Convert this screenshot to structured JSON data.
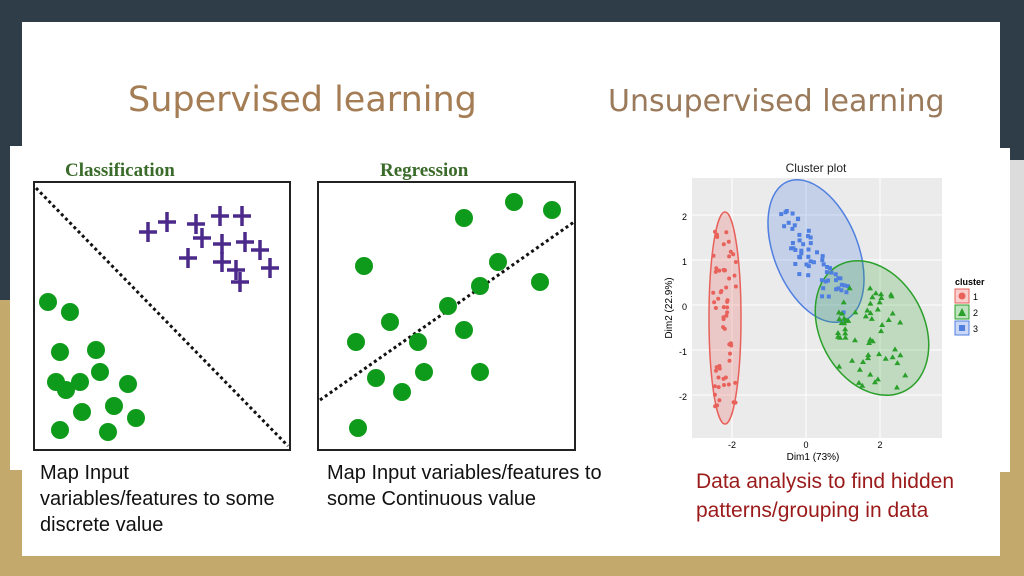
{
  "slide": {
    "title_supervised": "Supervised learning",
    "title_unsupervised": "Unsupervised learning"
  },
  "classification": {
    "title": "Classification",
    "caption": "Map Input variables/features to some discrete value"
  },
  "regression": {
    "title": "Regression",
    "caption": "Map Input variables/features to some Continuous value"
  },
  "cluster_plot": {
    "title": "Cluster plot",
    "xlabel": "Dim1 (73%)",
    "ylabel": "Dim2 (22.9%)",
    "x_ticks": [
      "-2",
      "0",
      "2"
    ],
    "y_ticks": [
      "2",
      "1",
      "0",
      "-1",
      "-2"
    ],
    "legend_title": "cluster",
    "legend_items": [
      "1",
      "2",
      "3"
    ],
    "caption": "Data analysis to find hidden patterns/grouping in data"
  },
  "colors": {
    "title": "#a57d54",
    "cluster1": "#e8615a",
    "cluster2": "#2aa02a",
    "cluster3": "#4f7fe0",
    "caption_unsup": "#9b1a1a"
  }
}
